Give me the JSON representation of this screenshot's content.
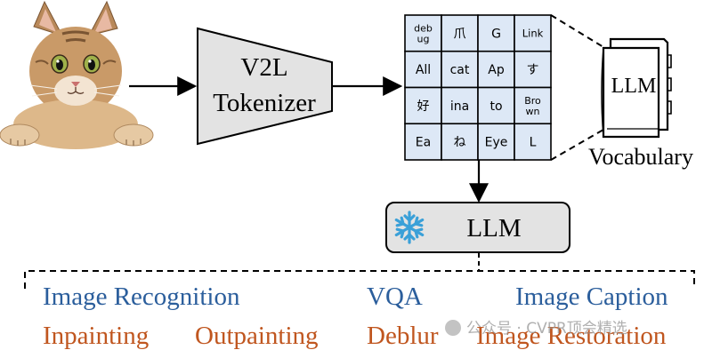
{
  "tokenizer": {
    "line1": "V2L",
    "line2": "Tokenizer"
  },
  "vocab_grid": [
    [
      "deb\nug",
      "爪",
      "G",
      "Link"
    ],
    [
      "All",
      "cat",
      "Ap",
      "す"
    ],
    [
      "好",
      "ina",
      "to",
      "Bro\nwn"
    ],
    [
      "Ea",
      "ね",
      "Eye",
      "L"
    ]
  ],
  "book": {
    "label": "LLM",
    "caption": "Vocabulary"
  },
  "llm_box": {
    "label": "LLM",
    "icon": "snowflake-icon"
  },
  "tasks": {
    "row1": [
      "Image Recognition",
      "VQA",
      "Image Caption"
    ],
    "row2": [
      "Inpainting",
      "Outpainting",
      "Deblur",
      "Image Restoration"
    ]
  },
  "watermark": "公众号 · CVPR顶会精选",
  "colors": {
    "grid_fill": "#dde8f6",
    "box_fill": "#e3e3e3",
    "snowflake": "#3aa0d8",
    "task_blue": "#2b5e9c",
    "task_orange": "#c0561f"
  }
}
